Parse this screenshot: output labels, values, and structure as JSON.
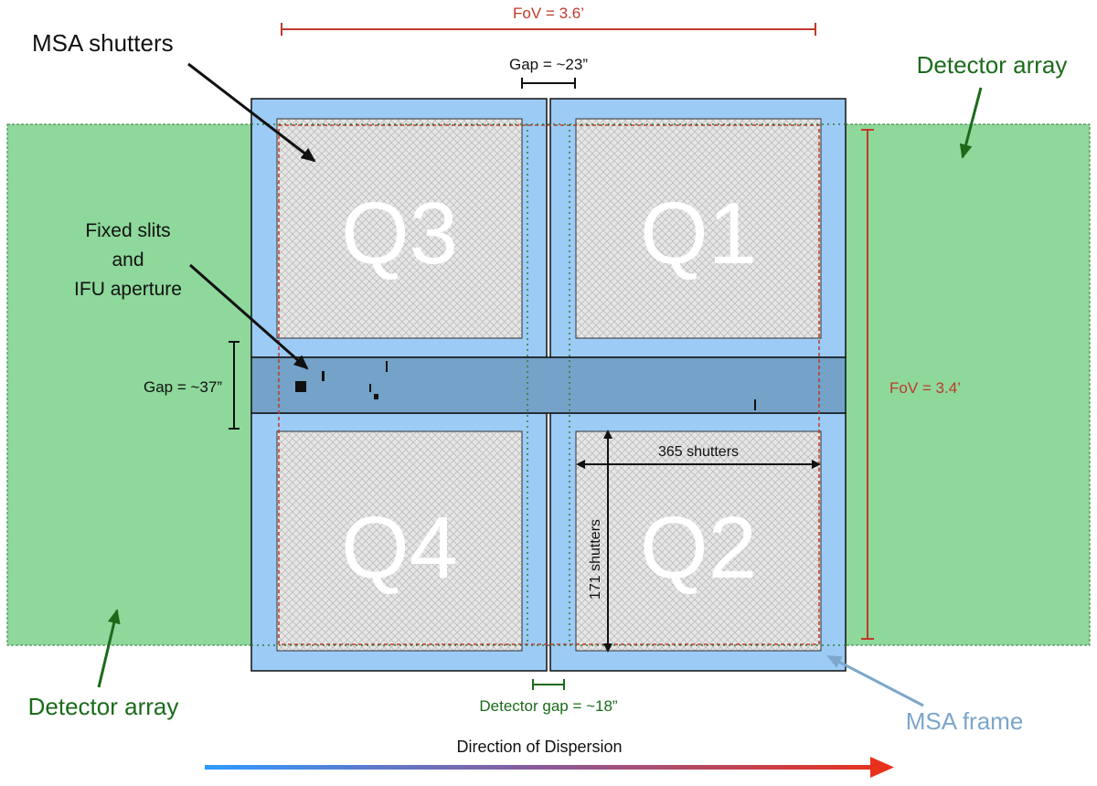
{
  "colors": {
    "detector_fill": "#8dd89a",
    "detector_border": "#2e7d32",
    "msa_frame": "#9ccbf5",
    "msa_frame_border": "#111111",
    "gap_band": "#74a2c8",
    "shutter_fill": "#e6e6e6",
    "fov_red": "#c0392b",
    "detector_green": "#1b6b1b",
    "msa_frame_label": "#7ca6cc",
    "black": "#111111",
    "arrow_start": "#2e9bff",
    "arrow_end": "#e8321e"
  },
  "labels": {
    "fov_horizontal": "FoV = 3.6’",
    "fov_vertical": "FoV = 3.4’",
    "gap_top": "Gap = ~23”",
    "gap_left": "Gap = ~37”",
    "detector_gap": "Detector gap = ~18”",
    "msa_shutters": "MSA shutters",
    "detector_array_right": "Detector array",
    "detector_array_left": "Detector array",
    "fixed_slits_line1": "Fixed slits",
    "fixed_slits_line2": "and",
    "fixed_slits_line3": "IFU aperture",
    "shutters_horizontal": "365 shutters",
    "shutters_vertical": "171 shutters",
    "msa_frame": "MSA frame",
    "dispersion": "Direction of Dispersion"
  },
  "quadrants": {
    "q1": "Q1",
    "q2": "Q2",
    "q3": "Q3",
    "q4": "Q4"
  }
}
